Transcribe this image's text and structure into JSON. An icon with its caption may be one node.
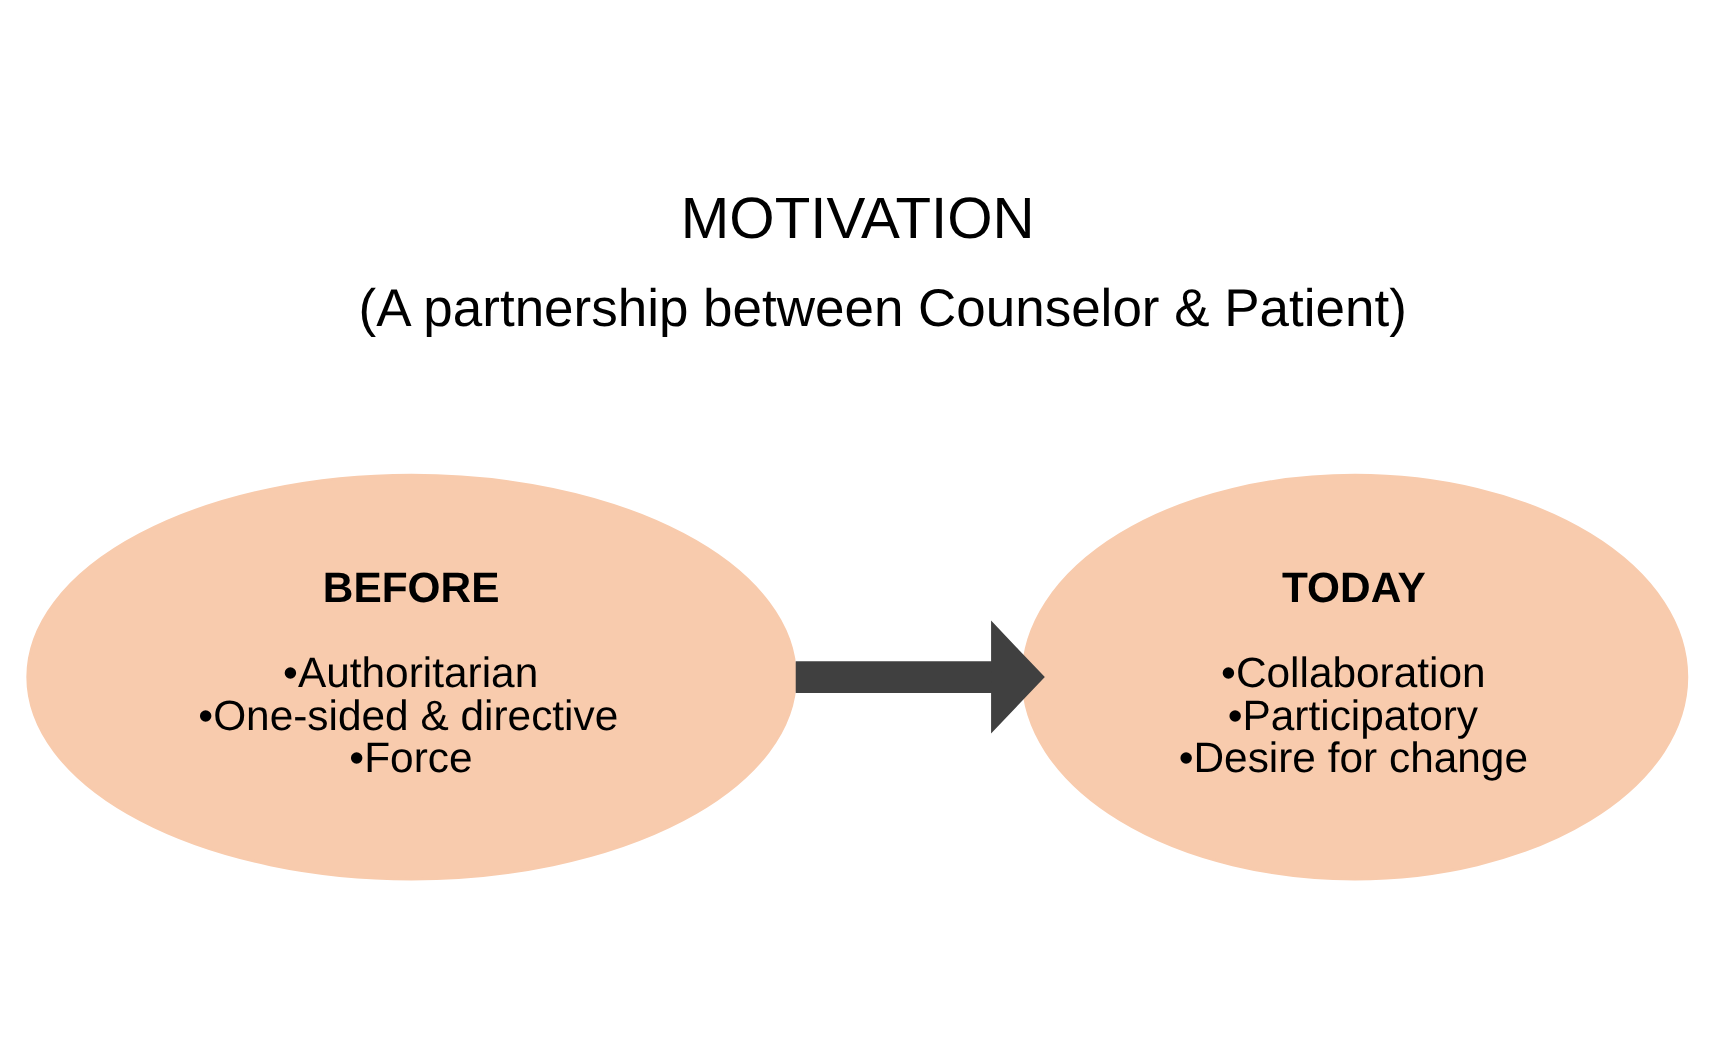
{
  "diagram": {
    "title": "MOTIVATION",
    "nodes": [
      {
        "text": [
          "BEFORE",
          "•Authoritarian",
          "•One-sided & directive",
          "•Force"
        ]
      },
      {
        "text": [
          "TODAY",
          "•Collaboration",
          "•Participatory",
          "•Desire for change"
        ]
      }
    ],
    "edges": [
      {
        "from": 0,
        "to": 1,
        "arrow": "to"
      }
    ],
    "labels": [
      "(A partnership between Counselor & Patient)"
    ]
  }
}
